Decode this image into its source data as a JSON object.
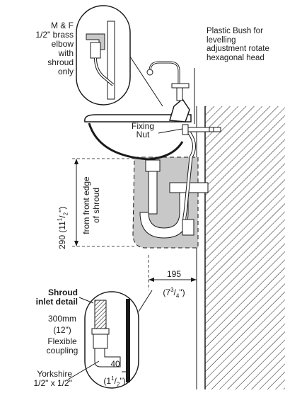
{
  "callout_elbow": {
    "line1": "M & F",
    "line2": "1/2\" brass",
    "line3": "elbow",
    "line4": "with",
    "line5": "shroud",
    "line6": "only"
  },
  "callout_bush": {
    "line1": "Plastic Bush for",
    "line2": "levelling",
    "line3": "adjustment rotate",
    "line4": "hexagonal head"
  },
  "fixing_nut": {
    "line1": "Fixing",
    "line2": "Nut"
  },
  "height_dim": {
    "value": "290 (11",
    "frac_num": "1",
    "frac_den": "2",
    "close": "\")",
    "note1": "from front edge",
    "note2": "of shroud"
  },
  "width_dim": {
    "value": "195",
    "imperial_open": "(7",
    "frac_num": "3",
    "frac_den": "4",
    "imperial_close": "\")"
  },
  "shroud_detail": {
    "title1": "Shroud",
    "title2": "inlet detail",
    "size1": "300mm",
    "size2": "(12\")",
    "type1": "Flexible",
    "type2": "coupling",
    "fitting": "Yorkshire",
    "fitting_size": "1/2\" x 1/2\"",
    "dim_mm": "40",
    "dim_in_open": "(1",
    "dim_in_num": "1",
    "dim_in_den": "2",
    "dim_in_close": "\")"
  },
  "colors": {
    "line": "#1a1a1a",
    "shroud_fill": "#c8c8c8",
    "background": "#ffffff"
  }
}
